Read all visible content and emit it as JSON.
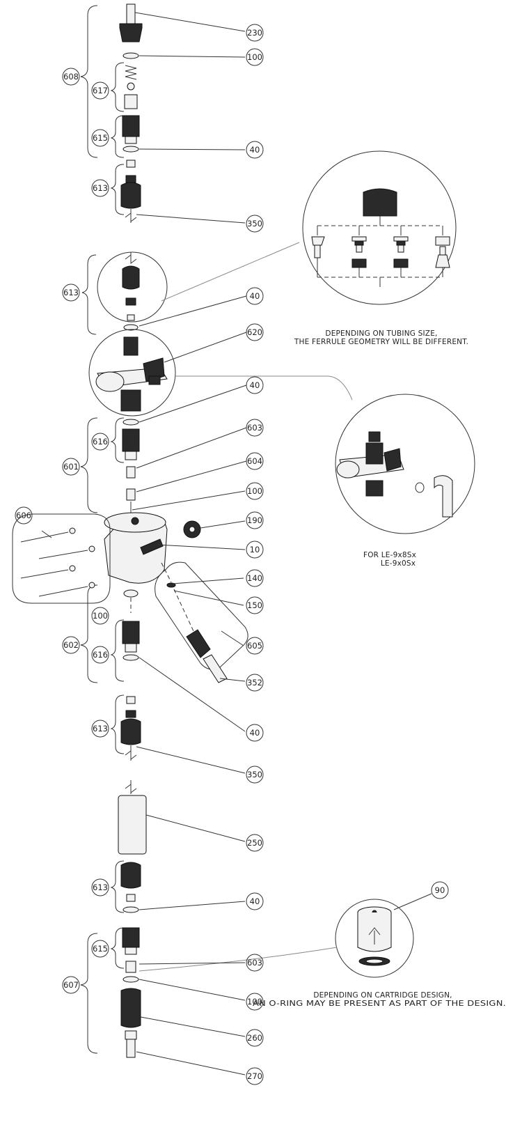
{
  "callouts": [
    "230",
    "100",
    "608",
    "617",
    "615",
    "40",
    "613",
    "350",
    "613",
    "40",
    "620",
    "40",
    "616",
    "603",
    "601",
    "604",
    "100",
    "606",
    "190",
    "10",
    "140",
    "150",
    "100",
    "602",
    "605",
    "616",
    "352",
    "613",
    "40",
    "350",
    "250",
    "613",
    "90",
    "40",
    "615",
    "603",
    "607",
    "100",
    "260",
    "270"
  ],
  "notes": {
    "ferrule_line1": "DEPENDING ON TUBING SIZE,",
    "ferrule_line2": "THE FERRULE GEOMETRY WILL BE DIFFERENT.",
    "models_line1": "FOR LE-9x8Sx",
    "models_line2": "LE-9x0Sx",
    "cartridge_line1": "DEPENDING ON CARTRIDGE DESIGN,",
    "cartridge_line2": "AN O-RING MAY BE PRESENT AS PART OF THE DESIGN."
  },
  "colors": {
    "line": "#333333",
    "ink": "#111111",
    "leader_grey": "#888888"
  }
}
